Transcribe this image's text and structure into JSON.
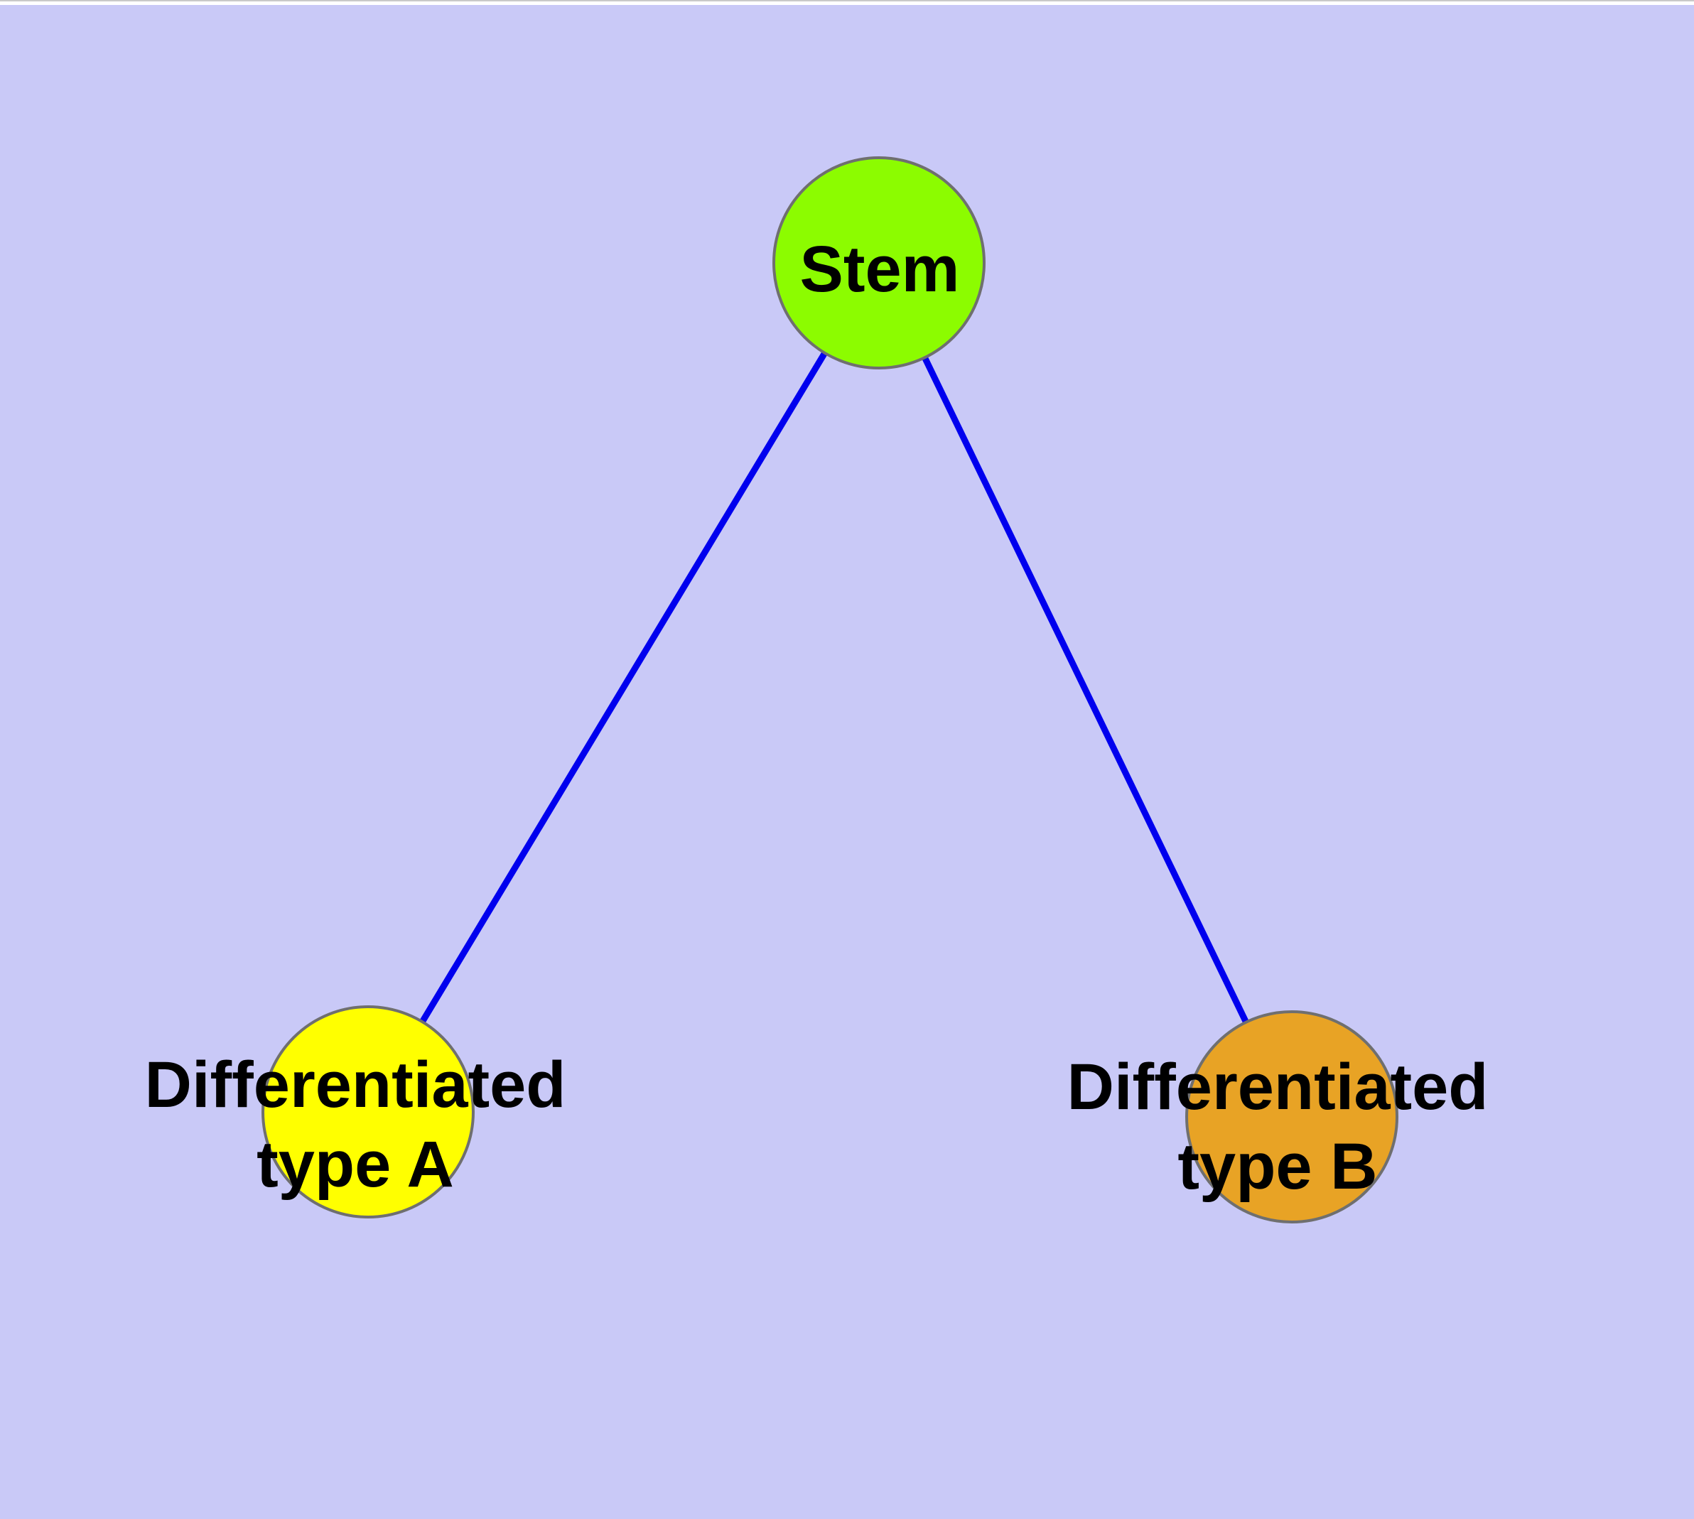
{
  "figure": {
    "type": "node-link-diagram",
    "background_color": "#c9c9f7",
    "top_strip_color": "#ffffff",
    "edge_color": "#0000ee",
    "node_border_color": "#6f6f6f",
    "label_color": "#000000",
    "nodes": [
      {
        "id": "stem",
        "label": "Stem",
        "fill": "#8cfc00"
      },
      {
        "id": "differentiated-type-a",
        "label": "Differentiated\ntype A",
        "fill": "#ffff00"
      },
      {
        "id": "differentiated-type-b",
        "label": "Differentiated\ntype B",
        "fill": "#e8a325"
      }
    ],
    "edges": [
      {
        "from": "Stem",
        "to": "Differentiated type A"
      },
      {
        "from": "Stem",
        "to": "Differentiated type B"
      }
    ]
  }
}
